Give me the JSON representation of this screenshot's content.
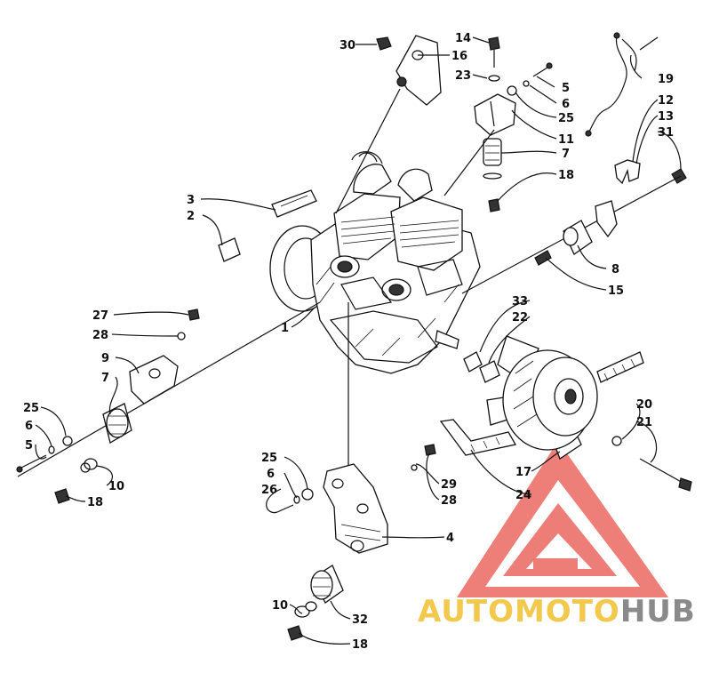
{
  "diagram": {
    "callouts": [
      {
        "id": "c30",
        "label": "30"
      },
      {
        "id": "c16",
        "label": "16"
      },
      {
        "id": "c14",
        "label": "14"
      },
      {
        "id": "c23",
        "label": "23"
      },
      {
        "id": "c5a",
        "label": "5"
      },
      {
        "id": "c6a",
        "label": "6"
      },
      {
        "id": "c25a",
        "label": "25"
      },
      {
        "id": "c11",
        "label": "11"
      },
      {
        "id": "c7a",
        "label": "7"
      },
      {
        "id": "c18a",
        "label": "18"
      },
      {
        "id": "c19",
        "label": "19"
      },
      {
        "id": "c12",
        "label": "12"
      },
      {
        "id": "c13",
        "label": "13"
      },
      {
        "id": "c31",
        "label": "31"
      },
      {
        "id": "c3",
        "label": "3"
      },
      {
        "id": "c2",
        "label": "2"
      },
      {
        "id": "c8",
        "label": "8"
      },
      {
        "id": "c15",
        "label": "15"
      },
      {
        "id": "c33",
        "label": "33"
      },
      {
        "id": "c22",
        "label": "22"
      },
      {
        "id": "c27",
        "label": "27"
      },
      {
        "id": "c28a",
        "label": "28"
      },
      {
        "id": "c1",
        "label": "1"
      },
      {
        "id": "c9",
        "label": "9"
      },
      {
        "id": "c7b",
        "label": "7"
      },
      {
        "id": "c25b",
        "label": "25"
      },
      {
        "id": "c6b",
        "label": "6"
      },
      {
        "id": "c5b",
        "label": "5"
      },
      {
        "id": "c10a",
        "label": "10"
      },
      {
        "id": "c18b",
        "label": "18"
      },
      {
        "id": "c20",
        "label": "20"
      },
      {
        "id": "c21",
        "label": "21"
      },
      {
        "id": "c25c",
        "label": "25"
      },
      {
        "id": "c6c",
        "label": "6"
      },
      {
        "id": "c26",
        "label": "26"
      },
      {
        "id": "c29",
        "label": "29"
      },
      {
        "id": "c28b",
        "label": "28"
      },
      {
        "id": "c17",
        "label": "17"
      },
      {
        "id": "c24",
        "label": "24"
      },
      {
        "id": "c4",
        "label": "4"
      },
      {
        "id": "c10b",
        "label": "10"
      },
      {
        "id": "c32",
        "label": "32"
      },
      {
        "id": "c18c",
        "label": "18"
      }
    ]
  },
  "watermark": {
    "part1": "AUTOMOTO",
    "part2": "HUB",
    "color_red": "#e23a3a",
    "color_yellow": "#f2c94c",
    "color_gray": "#8a8a8a"
  }
}
